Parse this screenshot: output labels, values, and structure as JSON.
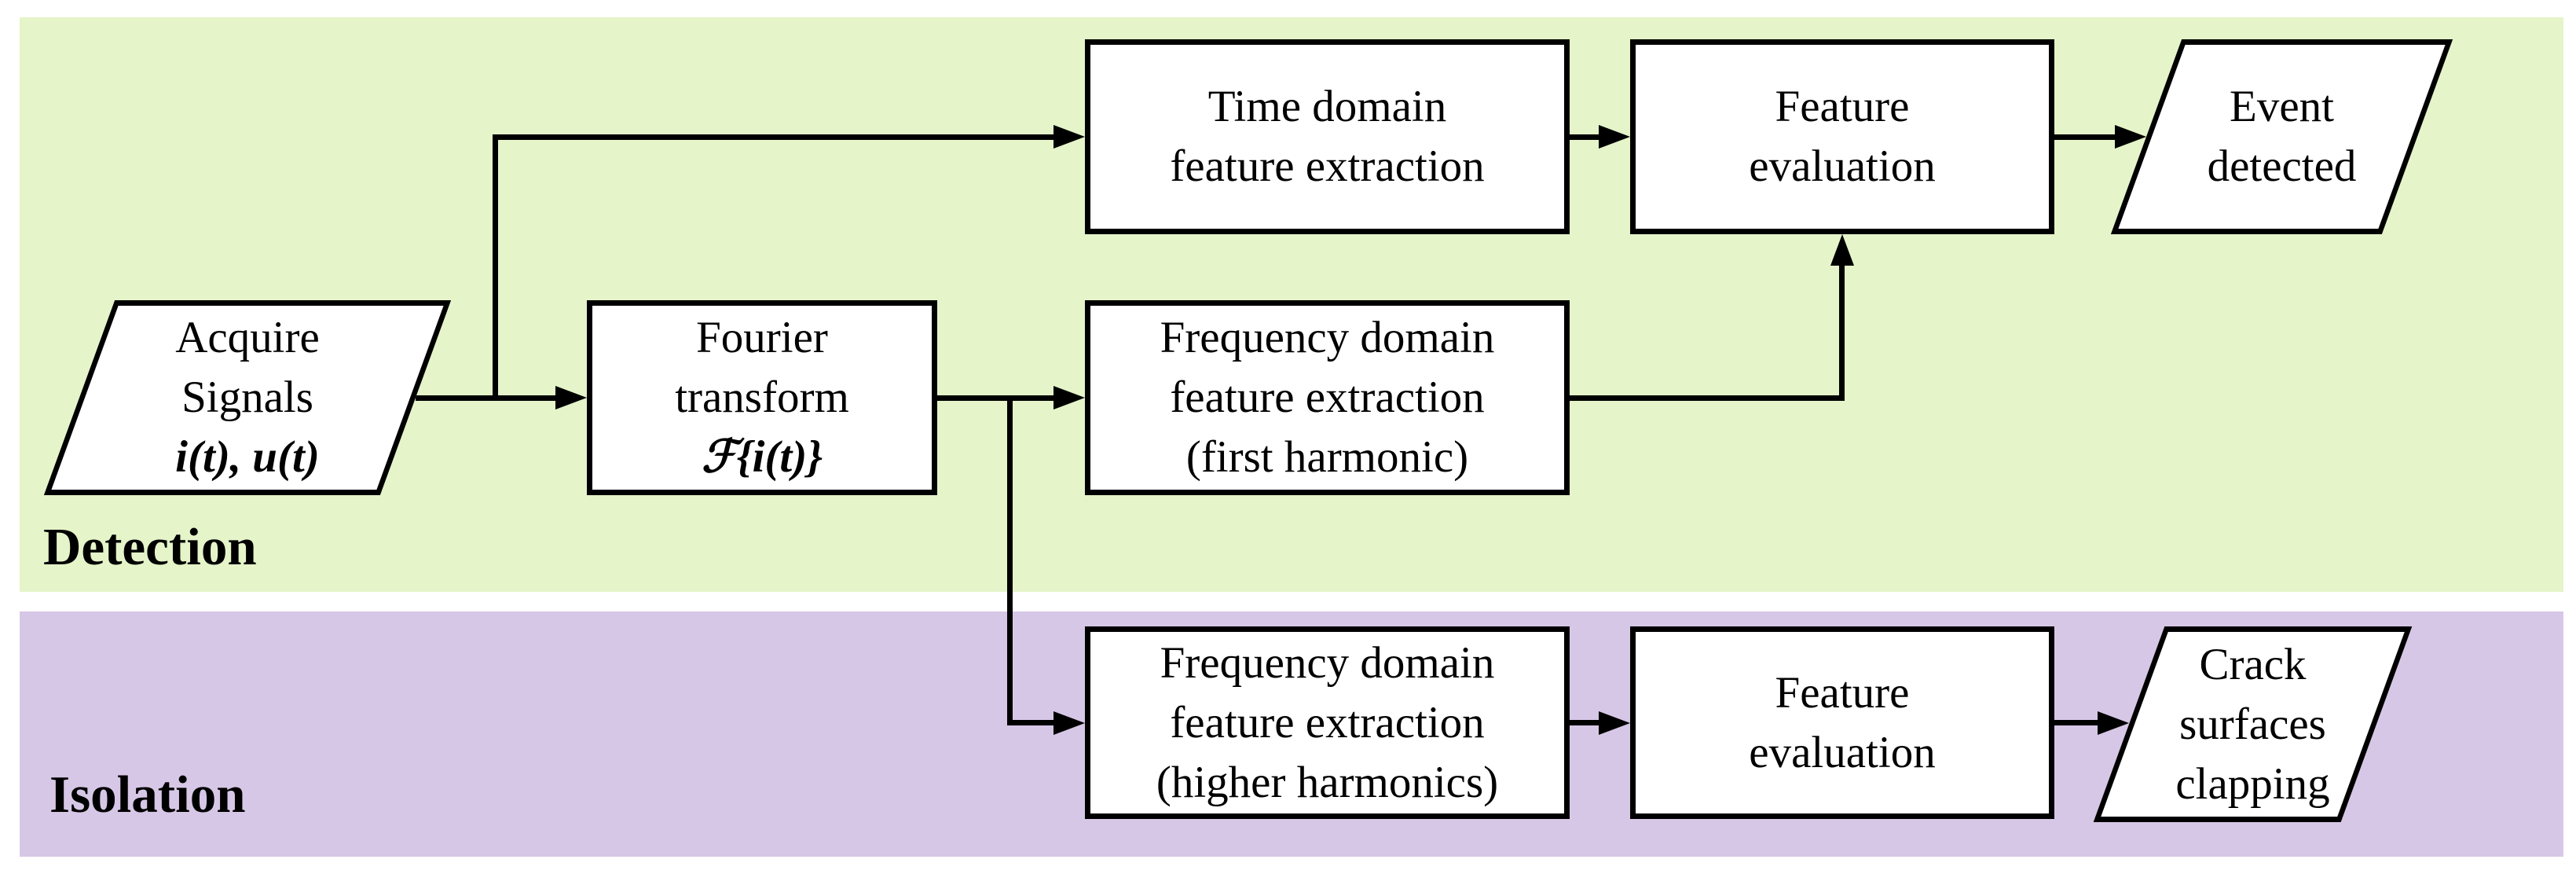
{
  "figure": {
    "regions": {
      "detection": {
        "label": "Detection",
        "bg_color": "#e5f4c9"
      },
      "isolation": {
        "label": "Isolation",
        "bg_color": "#d7c7e6"
      }
    },
    "colors": {
      "node_fill": "#ffffff",
      "stroke": "#000000"
    },
    "nodes": {
      "acquire_signals": {
        "shape": "parallelogram",
        "line1": "Acquire",
        "line2": "Signals",
        "line3": "i(t), u(t)"
      },
      "fourier_transform": {
        "shape": "process",
        "line1": "Fourier",
        "line2": "transform",
        "line3": "ℱ{i(t)}"
      },
      "time_domain_fe": {
        "shape": "process",
        "line1": "Time domain",
        "line2": "feature extraction"
      },
      "freq_domain_first": {
        "shape": "process",
        "line1": "Frequency domain",
        "line2": "feature extraction",
        "line3": "(first harmonic)"
      },
      "feature_eval_detection": {
        "shape": "process",
        "line1": "Feature",
        "line2": "evaluation"
      },
      "event_detected": {
        "shape": "parallelogram",
        "line1": "Event",
        "line2": "detected"
      },
      "freq_domain_higher": {
        "shape": "process",
        "line1": "Frequency domain",
        "line2": "feature extraction",
        "line3": "(higher harmonics)"
      },
      "feature_eval_isolation": {
        "shape": "process",
        "line1": "Feature",
        "line2": "evaluation"
      },
      "crack_surfaces": {
        "shape": "parallelogram",
        "line1": "Crack",
        "line2": "surfaces",
        "line3": "clapping"
      }
    }
  }
}
